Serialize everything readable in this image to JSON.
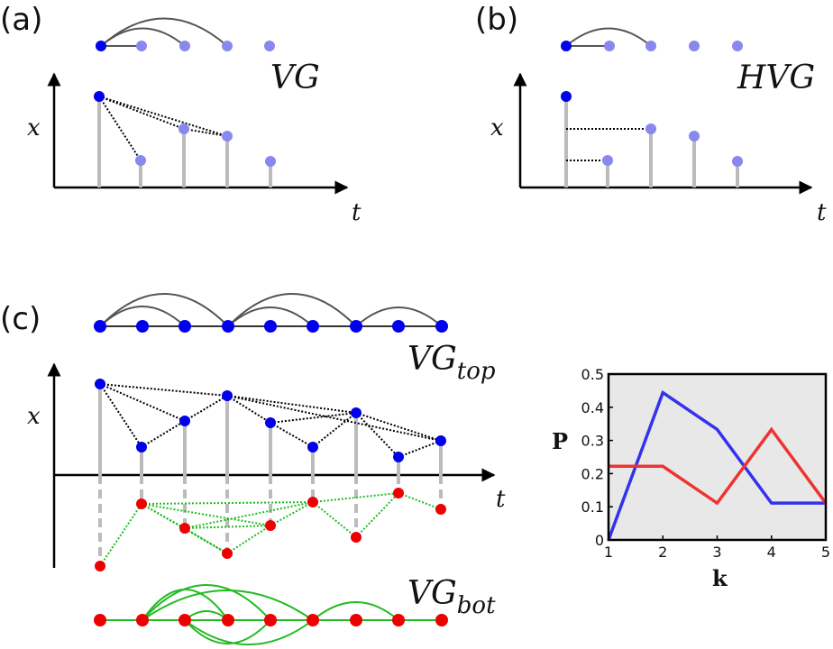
{
  "panels": {
    "a": {
      "label": "(a)",
      "graph_label": "VG",
      "y_axis": "x",
      "x_axis": "t"
    },
    "b": {
      "label": "(b)",
      "graph_label": "HVG",
      "y_axis": "x",
      "x_axis": "t"
    },
    "c": {
      "label": "(c)",
      "top_label_main": "VG",
      "top_label_sub": "top",
      "bot_label_main": "VG",
      "bot_label_sub": "bot",
      "y_axis": "x",
      "x_axis": "t"
    }
  },
  "colors": {
    "blue_dark": "#0000ee",
    "blue_light": "#8888ee",
    "red": "#ee0000",
    "green": "#22bb22",
    "stem": "#bbbbbb",
    "arc": "#555555",
    "chart_bg": "#e8e8e8",
    "series_blue": "#3333ee",
    "series_red": "#ee3333"
  },
  "chart_data": {
    "type": "line",
    "xlabel": "k",
    "ylabel": "P",
    "xlim": [
      1,
      5
    ],
    "ylim": [
      0,
      0.5
    ],
    "xticks": [
      "1",
      "2",
      "3",
      "4",
      "5"
    ],
    "yticks": [
      "0",
      "0.1",
      "0.2",
      "0.3",
      "0.4",
      "0.5"
    ],
    "grid": false,
    "x": [
      1,
      2,
      3,
      4,
      5
    ],
    "series": [
      {
        "color": "#3333ee",
        "values": [
          0,
          0.444,
          0.333,
          0.111,
          0.111
        ]
      },
      {
        "color": "#ee3333",
        "values": [
          0.222,
          0.222,
          0.111,
          0.333,
          0.111
        ]
      }
    ]
  }
}
